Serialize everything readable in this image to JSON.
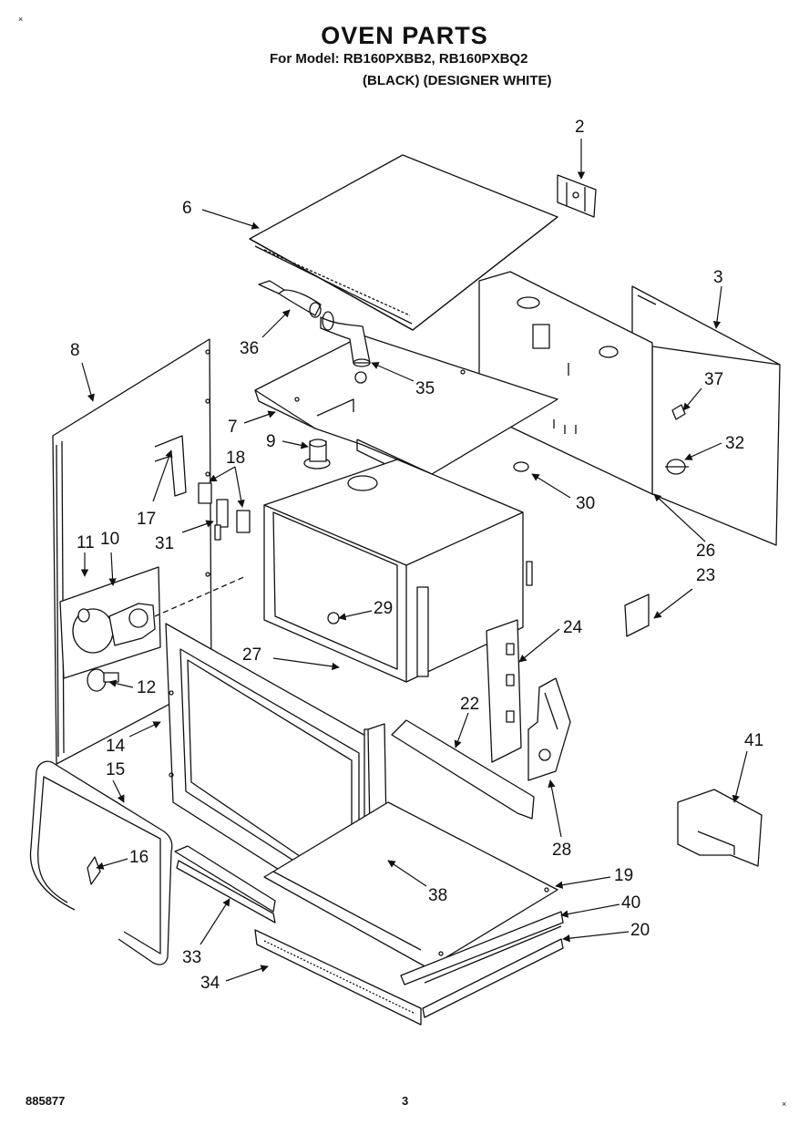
{
  "header": {
    "title": "OVEN PARTS",
    "model_line": "For Model: RB160PXBB2, RB160PXBQ2",
    "color_line": "(BLACK) (DESIGNER WHITE)"
  },
  "footer": {
    "code": "885877",
    "page": "3"
  },
  "corner_marks": [
    "×",
    "×"
  ],
  "callouts": [
    {
      "id": "c2",
      "label": "2"
    },
    {
      "id": "c6",
      "label": "6"
    },
    {
      "id": "c3",
      "label": "3"
    },
    {
      "id": "c36",
      "label": "36"
    },
    {
      "id": "c35",
      "label": "35"
    },
    {
      "id": "c37",
      "label": "37"
    },
    {
      "id": "c8",
      "label": "8"
    },
    {
      "id": "c7",
      "label": "7"
    },
    {
      "id": "c9",
      "label": "9"
    },
    {
      "id": "c32",
      "label": "32"
    },
    {
      "id": "c18",
      "label": "18"
    },
    {
      "id": "c30",
      "label": "30"
    },
    {
      "id": "c17",
      "label": "17"
    },
    {
      "id": "c31",
      "label": "31"
    },
    {
      "id": "c26",
      "label": "26"
    },
    {
      "id": "c11",
      "label": "11"
    },
    {
      "id": "c10",
      "label": "10"
    },
    {
      "id": "c23",
      "label": "23"
    },
    {
      "id": "c29",
      "label": "29"
    },
    {
      "id": "c24",
      "label": "24"
    },
    {
      "id": "c27",
      "label": "27"
    },
    {
      "id": "c12",
      "label": "12"
    },
    {
      "id": "c22",
      "label": "22"
    },
    {
      "id": "c14",
      "label": "14"
    },
    {
      "id": "c15",
      "label": "15"
    },
    {
      "id": "c41",
      "label": "41"
    },
    {
      "id": "c16",
      "label": "16"
    },
    {
      "id": "c28",
      "label": "28"
    },
    {
      "id": "c38",
      "label": "38"
    },
    {
      "id": "c19",
      "label": "19"
    },
    {
      "id": "c40",
      "label": "40"
    },
    {
      "id": "c20",
      "label": "20"
    },
    {
      "id": "c33",
      "label": "33"
    },
    {
      "id": "c34",
      "label": "34"
    }
  ]
}
